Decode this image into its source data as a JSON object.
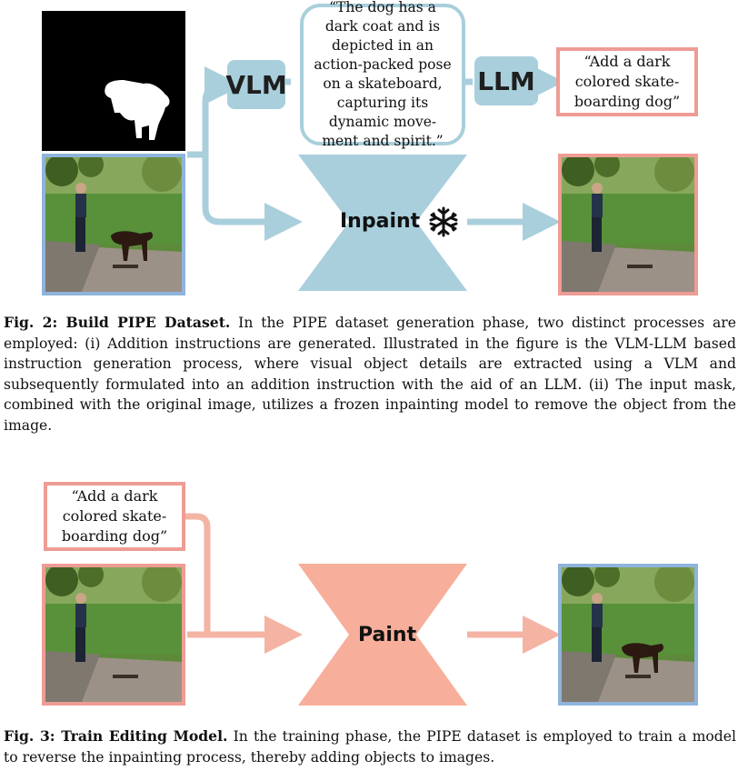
{
  "figure2": {
    "vlm_label": "VLM",
    "llm_label": "LLM",
    "vlm_caption": "“The dog has a\ndark coat and is\ndepicted in an\naction-packed pose\non a skateboard,\ncapturing its\ndynamic move-\nment and spirit.”",
    "llm_instruction": "“Add a dark\ncolored skate-\nboarding dog”",
    "inpaint_label": "Inpaint",
    "caption_label": "Fig. 2: Build PIPE Dataset.",
    "caption_text": " In the PIPE dataset generation phase, two distinct processes are employed: (i) Addition instructions are generated. Illustrated in the figure is the VLM-LLM based instruction generation process, where visual object details are extracted using a VLM and subsequently formulated into an addition instruction with the aid of an LLM. (ii) The input mask, combined with the original image, utilizes a frozen inpainting model to remove the object from the image."
  },
  "figure3": {
    "instruction": "“Add a dark\ncolored skate-\nboarding dog”",
    "paint_label": "Paint",
    "caption_label": "Fig. 3: Train Editing Model.",
    "caption_text": " In the training phase, the PIPE dataset is employed to train a model to reverse the inpainting process, thereby adding objects to images."
  },
  "colors": {
    "blue_accent": "#a9cfdc",
    "salmon_accent": "#ee9c94",
    "frame_blue": "#8fb4dc"
  },
  "icons": [
    "snowflake-icon"
  ]
}
